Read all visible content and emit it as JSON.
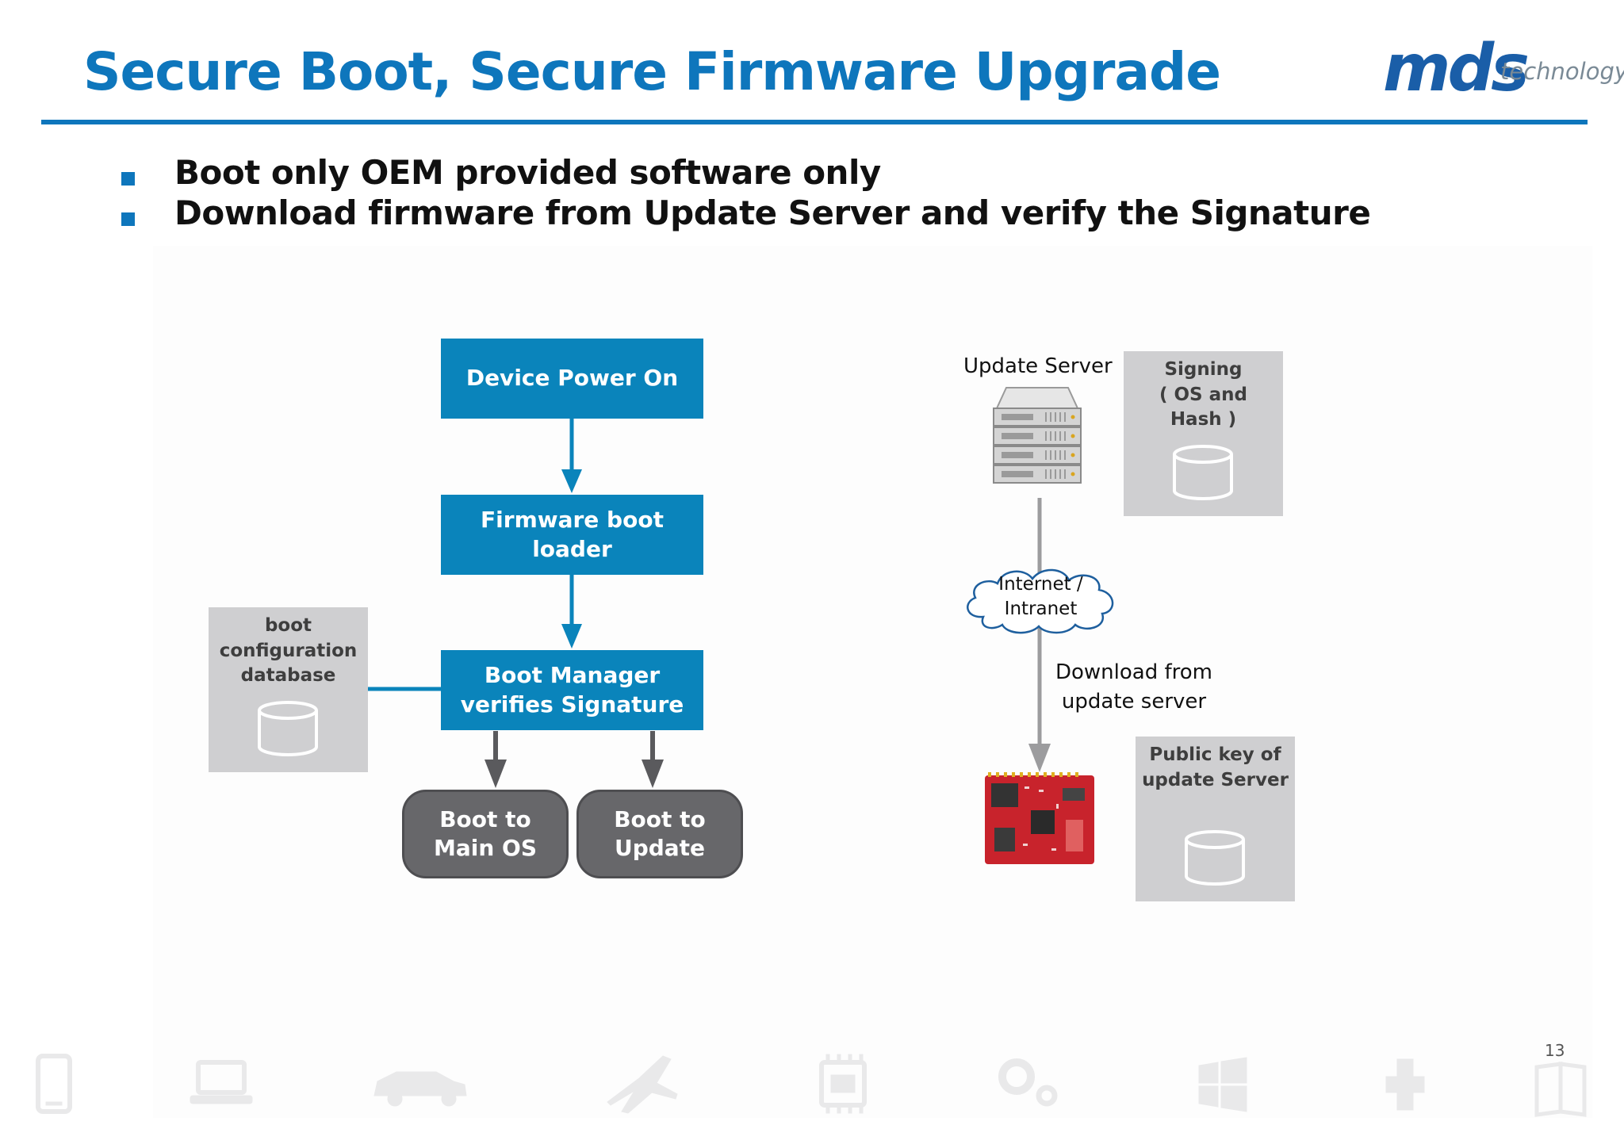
{
  "slide": {
    "title": "Secure Boot, Secure Firmware Upgrade",
    "logo": {
      "main": "mds",
      "sub": "technology"
    },
    "bullets": [
      "Boot only OEM provided software only",
      "Download firmware from Update Server and verify the Signature"
    ],
    "page_number": "13"
  },
  "flow": {
    "power_on": "Device Power On",
    "boot_loader": "Firmware boot loader",
    "boot_manager": [
      "Boot Manager",
      "verifies Signature"
    ],
    "boot_main_os": [
      "Boot to",
      "Main OS"
    ],
    "boot_update": [
      "Boot to",
      "Update"
    ],
    "boot_db": [
      "boot",
      "configuration",
      "database"
    ]
  },
  "update": {
    "server_label": "Update Server",
    "signing": [
      "Signing",
      "( OS and",
      "Hash )"
    ],
    "cloud": [
      "Internet /",
      "Intranet"
    ],
    "download": [
      "Download from",
      "update server"
    ],
    "public_key": [
      "Public key of",
      "update Server"
    ]
  },
  "colors": {
    "brand_blue": "#0e76bc",
    "box_blue": "#0a84bb",
    "grey_box": "#cfcfd1",
    "pill": "#67676a"
  },
  "footer_icons": [
    "smartphone-icon",
    "laptop-icon",
    "car-icon",
    "airplane-icon",
    "chip-icon",
    "gears-icon",
    "windows-icon",
    "medical-cross-icon",
    "book-icon"
  ]
}
